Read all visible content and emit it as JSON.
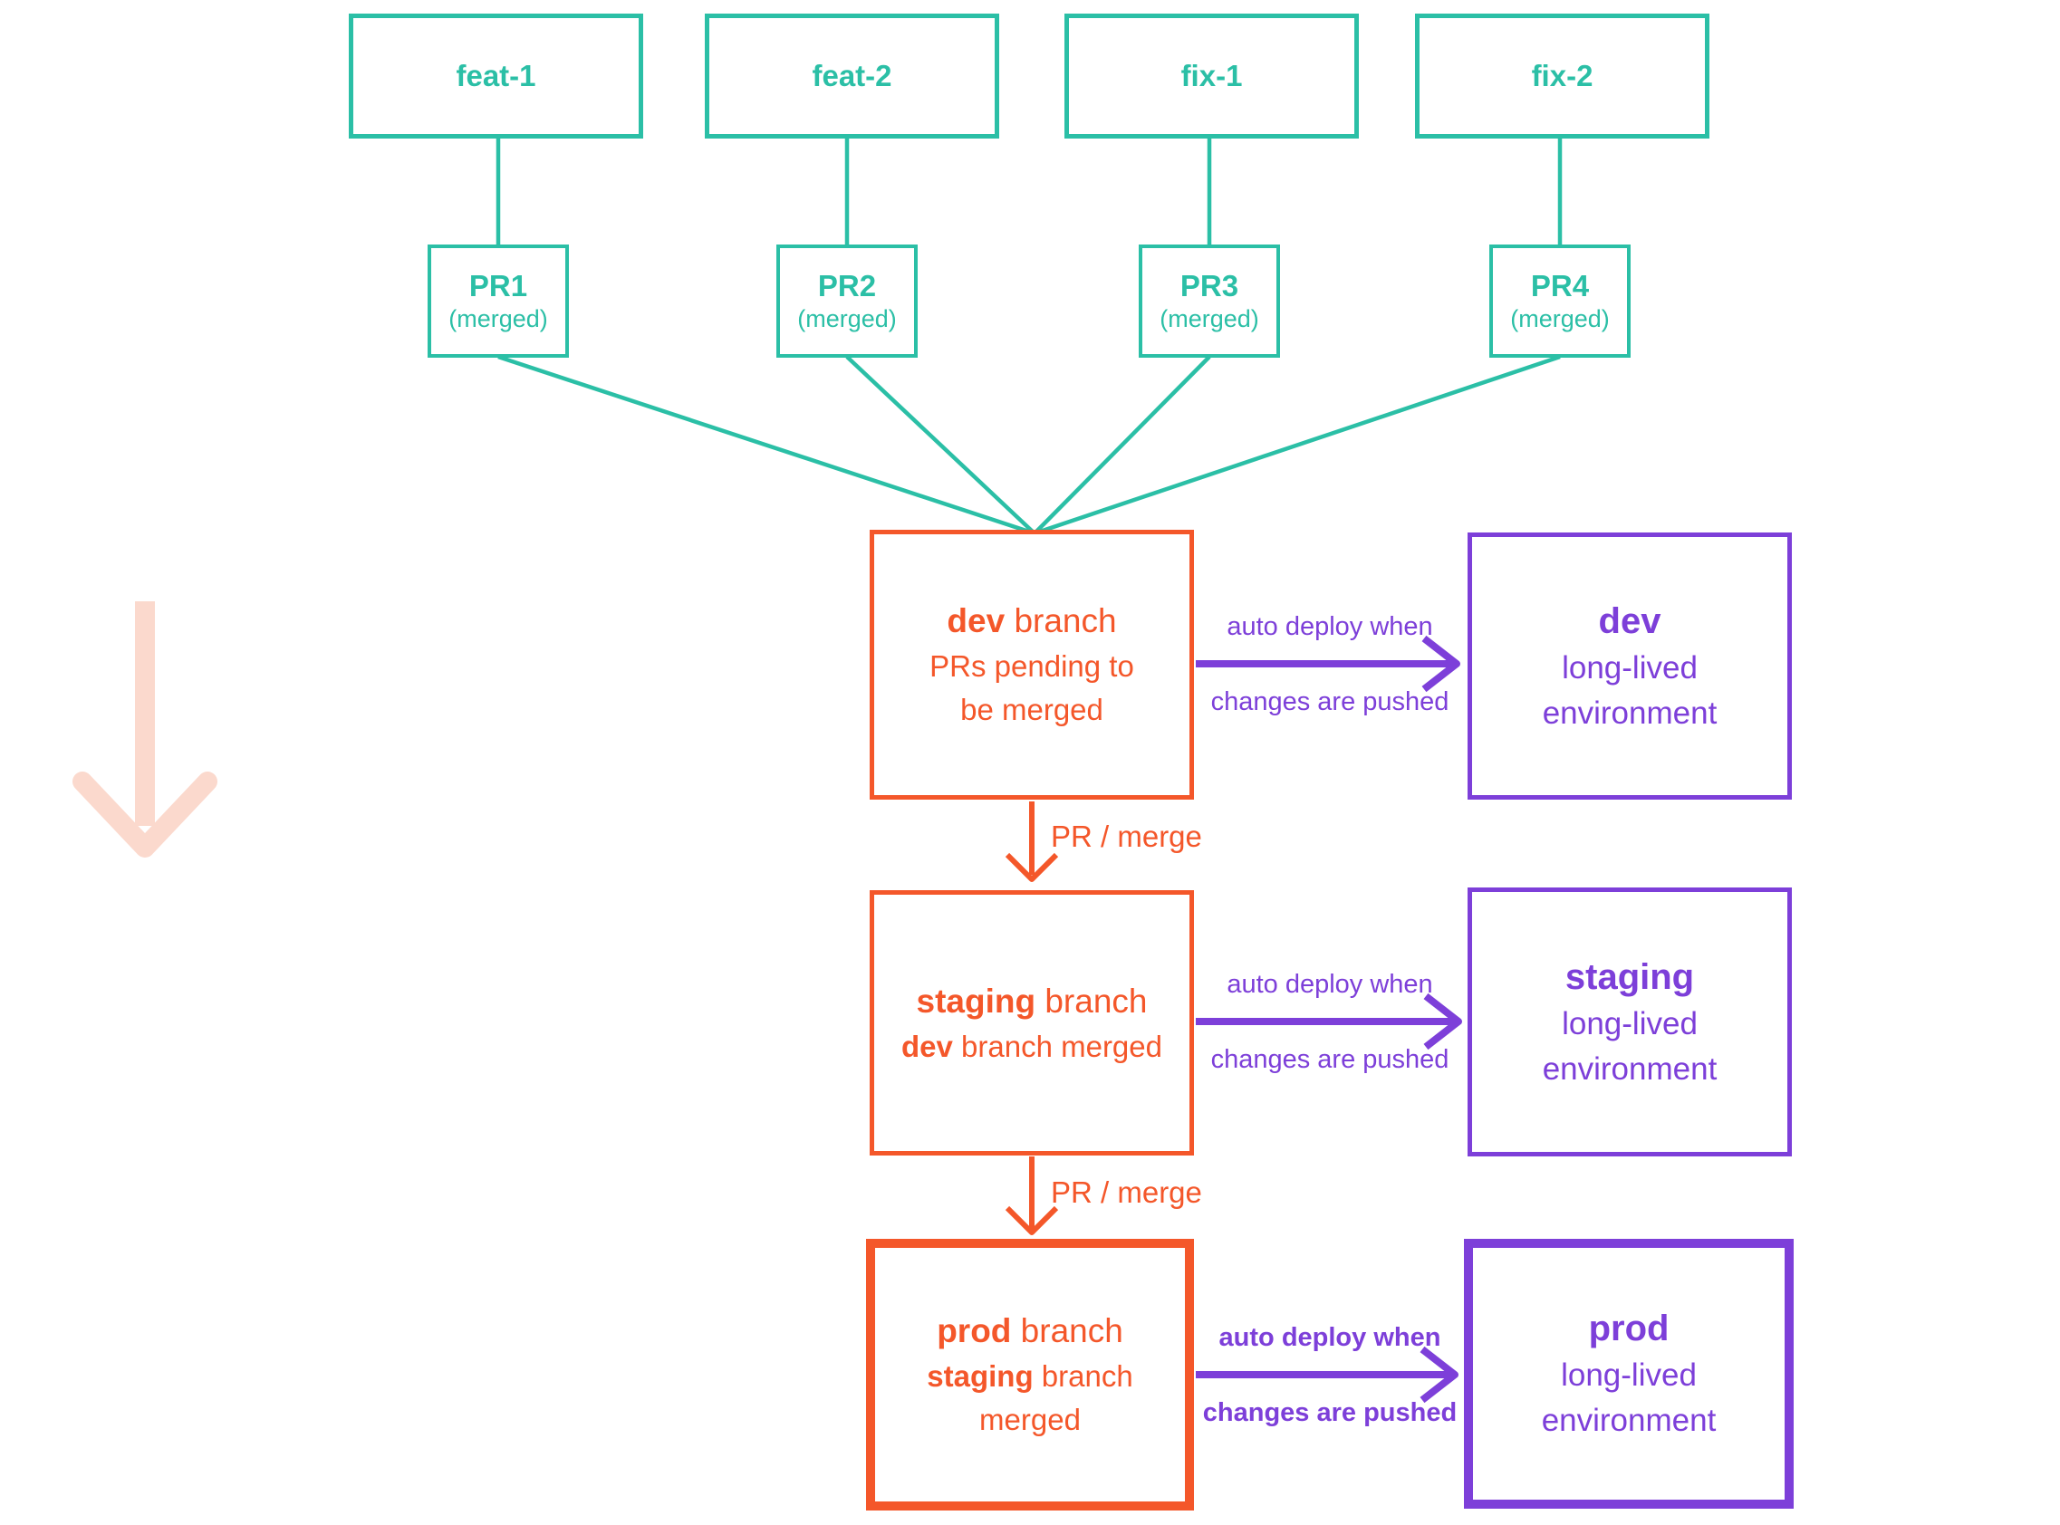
{
  "palette": {
    "teal": "#2BBFA6",
    "orange": "#F4572A",
    "purple": "#7D3FD9",
    "pink": "#FBD9CD"
  },
  "feature_branches": [
    {
      "label": "feat-1"
    },
    {
      "label": "feat-2"
    },
    {
      "label": "fix-1"
    },
    {
      "label": "fix-2"
    }
  ],
  "pull_requests": [
    {
      "label": "PR1",
      "status": "(merged)"
    },
    {
      "label": "PR2",
      "status": "(merged)"
    },
    {
      "label": "PR3",
      "status": "(merged)"
    },
    {
      "label": "PR4",
      "status": "(merged)"
    }
  ],
  "stages": {
    "dev": {
      "kw": "dev",
      "rest": " branch",
      "l2": "PRs pending to",
      "l3": "be merged"
    },
    "staging": {
      "kw": "staging",
      "rest": " branch",
      "l2kw": "dev",
      "l2rest": " branch merged"
    },
    "prod": {
      "kw": "prod",
      "rest": " branch",
      "l2kw": "staging",
      "l2rest": " branch",
      "l3": "merged"
    }
  },
  "environments": [
    {
      "name": "dev",
      "l1": "long-lived",
      "l2": "environment"
    },
    {
      "name": "staging",
      "l1": "long-lived",
      "l2": "environment"
    },
    {
      "name": "prod",
      "l1": "long-lived",
      "l2": "environment"
    }
  ],
  "deploy_labels": [
    {
      "line1": "auto deploy when",
      "line2": "changes are pushed"
    },
    {
      "line1": "auto deploy when",
      "line2": "changes are pushed"
    },
    {
      "line1": "auto deploy when",
      "line2": "changes are pushed"
    }
  ],
  "merge_labels": [
    {
      "text": "PR / merge"
    },
    {
      "text": "PR / merge"
    }
  ]
}
